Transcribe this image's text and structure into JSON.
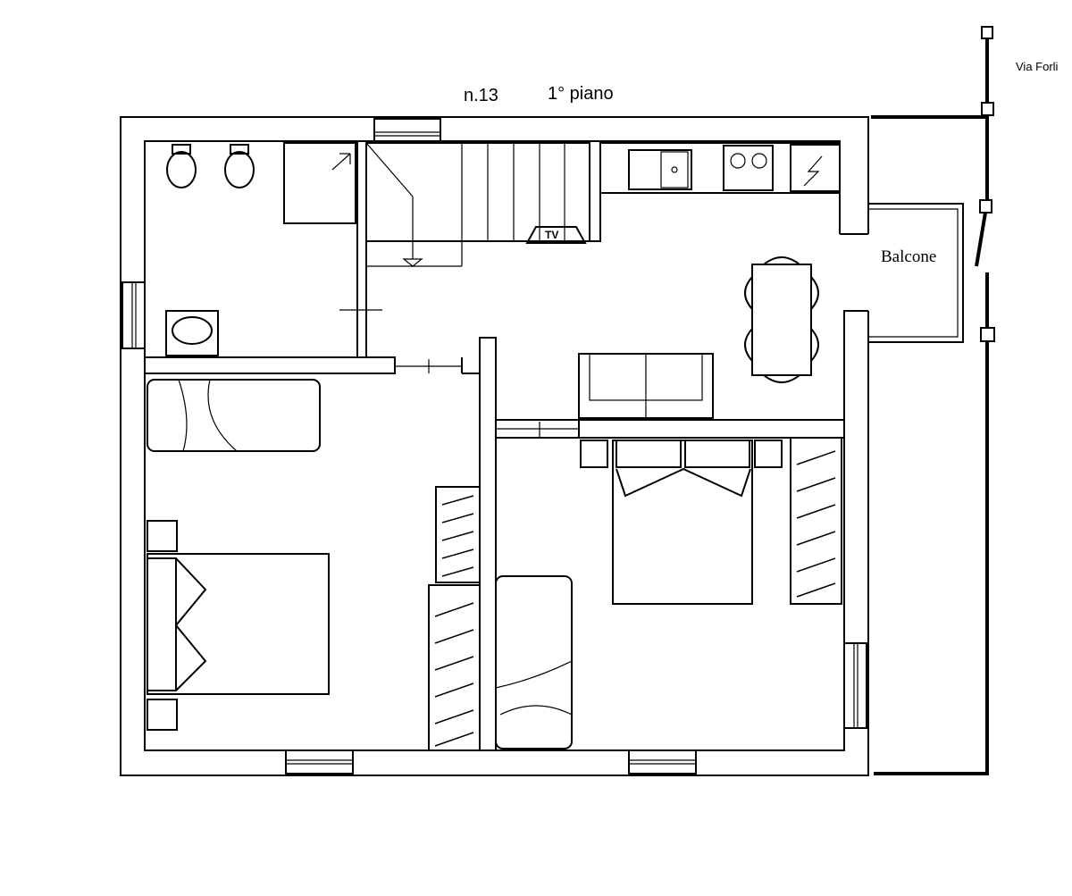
{
  "labels": {
    "house_number": "n.13",
    "floor": "1° piano",
    "street": "Via Forli",
    "balcony": "Balcone",
    "tv": "TV"
  },
  "colors": {
    "line": "#000000",
    "background": "#ffffff"
  }
}
